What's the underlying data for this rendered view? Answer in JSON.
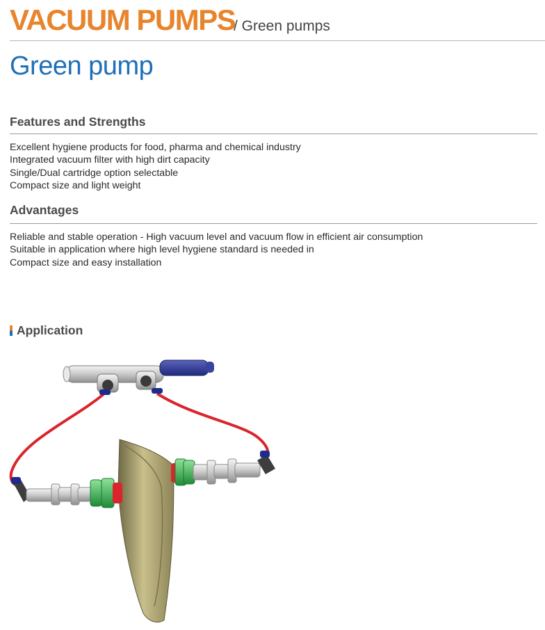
{
  "header": {
    "category": "VACUUM PUMPS",
    "subcategory": "/ Green pumps"
  },
  "page_title": "Green pump",
  "features": {
    "heading": "Features and Strengths",
    "items": [
      "Excellent hygiene products for food, pharma and chemical industry",
      "Integrated vacuum filter with high dirt capacity",
      "Single/Dual cartridge option selectable",
      "Compact size and light weight"
    ]
  },
  "advantages": {
    "heading": "Advantages",
    "items": [
      "Reliable and stable operation - High vacuum level and vacuum flow in efficient air consumption",
      "Suitable in application where high level hygiene standard is needed in",
      "Compact size and easy installation"
    ]
  },
  "application": {
    "heading": "Application"
  },
  "colors": {
    "brand_orange": "#e8842c",
    "title_blue": "#1e6fb7",
    "hose_red": "#d9252b",
    "seal_green": "#2fbf4a",
    "bag_olive": "#b3a877"
  }
}
